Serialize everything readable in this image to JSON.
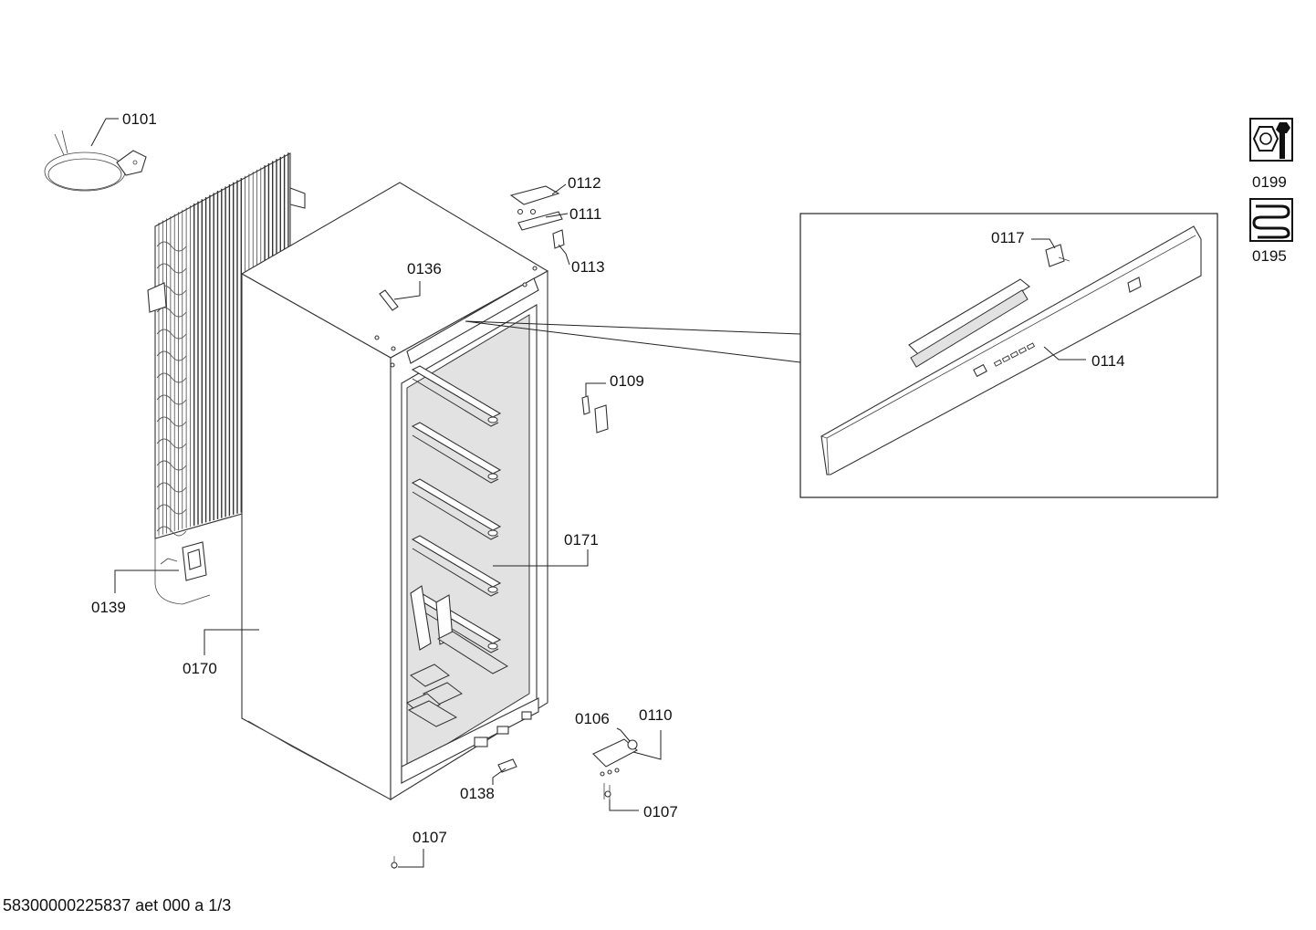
{
  "document": {
    "reference": "58300000225837 aet 000 a 1/3"
  },
  "parts": {
    "p0101": "0101",
    "p0112": "0112",
    "p0111": "0111",
    "p0113": "0113",
    "p0136": "0136",
    "p0117": "0117",
    "p0114": "0114",
    "p0109": "0109",
    "p0171": "0171",
    "p0139": "0139",
    "p0170": "0170",
    "p0106": "0106",
    "p0110": "0110",
    "p0107a": "0107",
    "p0138": "0138",
    "p0107b": "0107",
    "p0199": "0199",
    "p0195": "0195"
  },
  "icons": {
    "service": "nut-and-wrench-icon",
    "spare": "coil-spring-icon"
  }
}
